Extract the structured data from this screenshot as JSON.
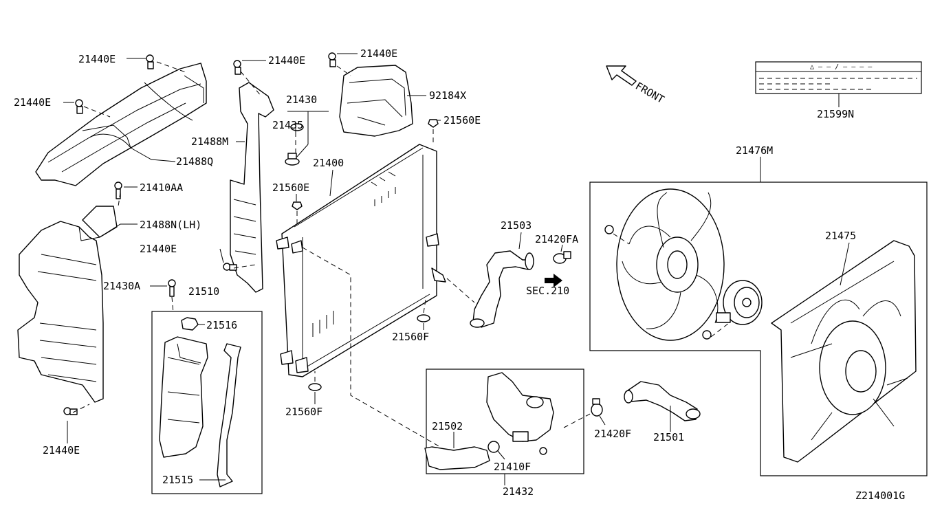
{
  "diagram_id": "Z214001G",
  "front_label": "FRONT",
  "sec_ref": "SEC.210",
  "label_plate": {
    "code": "21599N",
    "glyph": "△ – – / – – – –"
  },
  "parts": {
    "p21440E": "21440E",
    "p21488Q": "21488Q",
    "p21410AA": "21410AA",
    "p21488NLH": "21488N(LH)",
    "p21430A": "21430A",
    "p21488M": "21488M",
    "p21430": "21430",
    "p21435": "21435",
    "p92184X": "92184X",
    "p21560E": "21560E",
    "p21400": "21400",
    "p21510": "21510",
    "p21516": "21516",
    "p21515": "21515",
    "p21560F": "21560F",
    "p21503": "21503",
    "p21420FA": "21420FA",
    "p21502": "21502",
    "p21410F": "21410F",
    "p21432": "21432",
    "p21420F": "21420F",
    "p21501": "21501",
    "p21476M": "21476M",
    "p21475": "21475"
  }
}
